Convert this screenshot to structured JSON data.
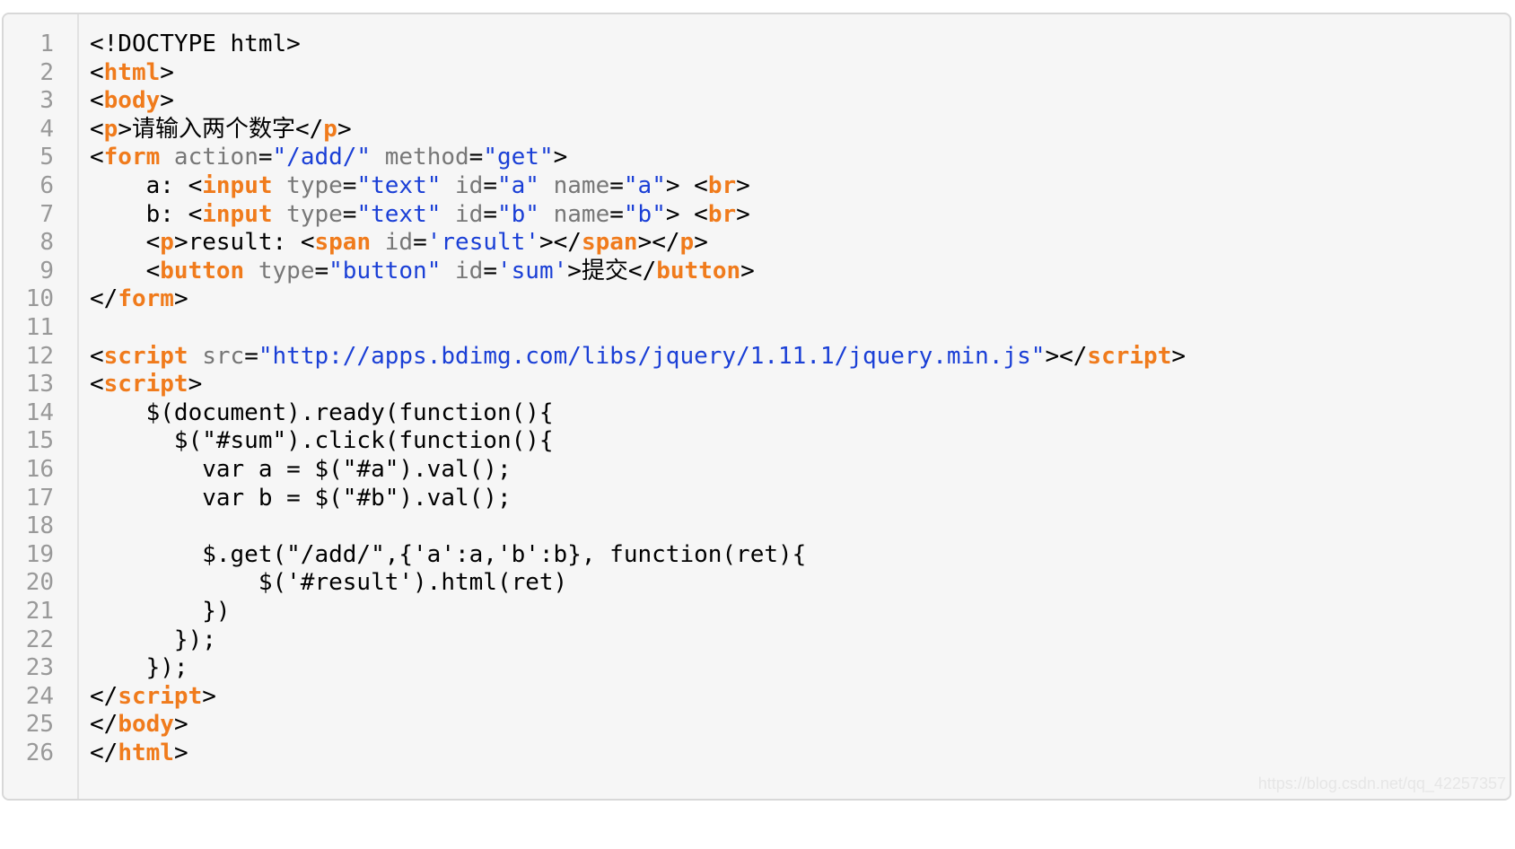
{
  "code": {
    "line_numbers": [
      "1",
      "2",
      "3",
      "4",
      "5",
      "6",
      "7",
      "8",
      "9",
      "10",
      "11",
      "12",
      "13",
      "14",
      "15",
      "16",
      "17",
      "18",
      "19",
      "20",
      "21",
      "22",
      "23",
      "24",
      "25",
      "26"
    ],
    "lines": [
      [
        {
          "t": "<!DOCTYPE html>",
          "c": "pun"
        }
      ],
      [
        {
          "t": "<",
          "c": "pun"
        },
        {
          "t": "html",
          "c": "tag"
        },
        {
          "t": ">",
          "c": "pun"
        }
      ],
      [
        {
          "t": "<",
          "c": "pun"
        },
        {
          "t": "body",
          "c": "tag"
        },
        {
          "t": ">",
          "c": "pun"
        }
      ],
      [
        {
          "t": "<",
          "c": "pun"
        },
        {
          "t": "p",
          "c": "tag"
        },
        {
          "t": ">请输入两个数字</",
          "c": "pun"
        },
        {
          "t": "p",
          "c": "tag"
        },
        {
          "t": ">",
          "c": "pun"
        }
      ],
      [
        {
          "t": "<",
          "c": "pun"
        },
        {
          "t": "form",
          "c": "tag"
        },
        {
          "t": " action",
          "c": "attr"
        },
        {
          "t": "=",
          "c": "pun"
        },
        {
          "t": "\"/add/\"",
          "c": "str"
        },
        {
          "t": " method",
          "c": "attr"
        },
        {
          "t": "=",
          "c": "pun"
        },
        {
          "t": "\"get\"",
          "c": "str"
        },
        {
          "t": ">",
          "c": "pun"
        }
      ],
      [
        {
          "t": "    a: <",
          "c": "pun"
        },
        {
          "t": "input",
          "c": "tag"
        },
        {
          "t": " type",
          "c": "attr"
        },
        {
          "t": "=",
          "c": "pun"
        },
        {
          "t": "\"text\"",
          "c": "str"
        },
        {
          "t": " id",
          "c": "attr"
        },
        {
          "t": "=",
          "c": "pun"
        },
        {
          "t": "\"a\"",
          "c": "str"
        },
        {
          "t": " name",
          "c": "attr"
        },
        {
          "t": "=",
          "c": "pun"
        },
        {
          "t": "\"a\"",
          "c": "str"
        },
        {
          "t": "> <",
          "c": "pun"
        },
        {
          "t": "br",
          "c": "tag"
        },
        {
          "t": ">",
          "c": "pun"
        }
      ],
      [
        {
          "t": "    b: <",
          "c": "pun"
        },
        {
          "t": "input",
          "c": "tag"
        },
        {
          "t": " type",
          "c": "attr"
        },
        {
          "t": "=",
          "c": "pun"
        },
        {
          "t": "\"text\"",
          "c": "str"
        },
        {
          "t": " id",
          "c": "attr"
        },
        {
          "t": "=",
          "c": "pun"
        },
        {
          "t": "\"b\"",
          "c": "str"
        },
        {
          "t": " name",
          "c": "attr"
        },
        {
          "t": "=",
          "c": "pun"
        },
        {
          "t": "\"b\"",
          "c": "str"
        },
        {
          "t": "> <",
          "c": "pun"
        },
        {
          "t": "br",
          "c": "tag"
        },
        {
          "t": ">",
          "c": "pun"
        }
      ],
      [
        {
          "t": "    <",
          "c": "pun"
        },
        {
          "t": "p",
          "c": "tag"
        },
        {
          "t": ">result: <",
          "c": "pun"
        },
        {
          "t": "span",
          "c": "tag"
        },
        {
          "t": " id",
          "c": "attr"
        },
        {
          "t": "=",
          "c": "pun"
        },
        {
          "t": "'result'",
          "c": "str"
        },
        {
          "t": "></",
          "c": "pun"
        },
        {
          "t": "span",
          "c": "tag"
        },
        {
          "t": "></",
          "c": "pun"
        },
        {
          "t": "p",
          "c": "tag"
        },
        {
          "t": ">",
          "c": "pun"
        }
      ],
      [
        {
          "t": "    <",
          "c": "pun"
        },
        {
          "t": "button",
          "c": "tag"
        },
        {
          "t": " type",
          "c": "attr"
        },
        {
          "t": "=",
          "c": "pun"
        },
        {
          "t": "\"button\"",
          "c": "str"
        },
        {
          "t": " id",
          "c": "attr"
        },
        {
          "t": "=",
          "c": "pun"
        },
        {
          "t": "'sum'",
          "c": "str"
        },
        {
          "t": ">提交</",
          "c": "pun"
        },
        {
          "t": "button",
          "c": "tag"
        },
        {
          "t": ">",
          "c": "pun"
        }
      ],
      [
        {
          "t": "</",
          "c": "pun"
        },
        {
          "t": "form",
          "c": "tag"
        },
        {
          "t": ">",
          "c": "pun"
        }
      ],
      [],
      [
        {
          "t": "<",
          "c": "pun"
        },
        {
          "t": "script",
          "c": "tag"
        },
        {
          "t": " src",
          "c": "attr"
        },
        {
          "t": "=",
          "c": "pun"
        },
        {
          "t": "\"http://apps.bdimg.com/libs/jquery/1.11.1/jquery.min.js\"",
          "c": "str"
        },
        {
          "t": "></",
          "c": "pun"
        },
        {
          "t": "script",
          "c": "tag"
        },
        {
          "t": ">",
          "c": "pun"
        }
      ],
      [
        {
          "t": "<",
          "c": "pun"
        },
        {
          "t": "script",
          "c": "tag"
        },
        {
          "t": ">",
          "c": "pun"
        }
      ],
      [
        {
          "t": "    $(document).ready(function(){",
          "c": "pun"
        }
      ],
      [
        {
          "t": "      $(\"#sum\").click(function(){",
          "c": "pun"
        }
      ],
      [
        {
          "t": "        var a = $(\"#a\").val();",
          "c": "pun"
        }
      ],
      [
        {
          "t": "        var b = $(\"#b\").val();",
          "c": "pun"
        }
      ],
      [],
      [
        {
          "t": "        $.get(\"/add/\",{'a':a,'b':b}, function(ret){",
          "c": "pun"
        }
      ],
      [
        {
          "t": "            $('#result').html(ret)",
          "c": "pun"
        }
      ],
      [
        {
          "t": "        })",
          "c": "pun"
        }
      ],
      [
        {
          "t": "      });",
          "c": "pun"
        }
      ],
      [
        {
          "t": "    });",
          "c": "pun"
        }
      ],
      [
        {
          "t": "</",
          "c": "pun"
        },
        {
          "t": "script",
          "c": "tag"
        },
        {
          "t": ">",
          "c": "pun"
        }
      ],
      [
        {
          "t": "</",
          "c": "pun"
        },
        {
          "t": "body",
          "c": "tag"
        },
        {
          "t": ">",
          "c": "pun"
        }
      ],
      [
        {
          "t": "</",
          "c": "pun"
        },
        {
          "t": "html",
          "c": "tag"
        },
        {
          "t": ">",
          "c": "pun"
        }
      ]
    ]
  },
  "watermark": "https://blog.csdn.net/qq_42257357",
  "colors": {
    "tag": "#f07b1c",
    "attribute": "#777777",
    "string": "#1a3fd6",
    "text": "#000000",
    "line_number": "#999999",
    "background": "#f6f6f6"
  }
}
